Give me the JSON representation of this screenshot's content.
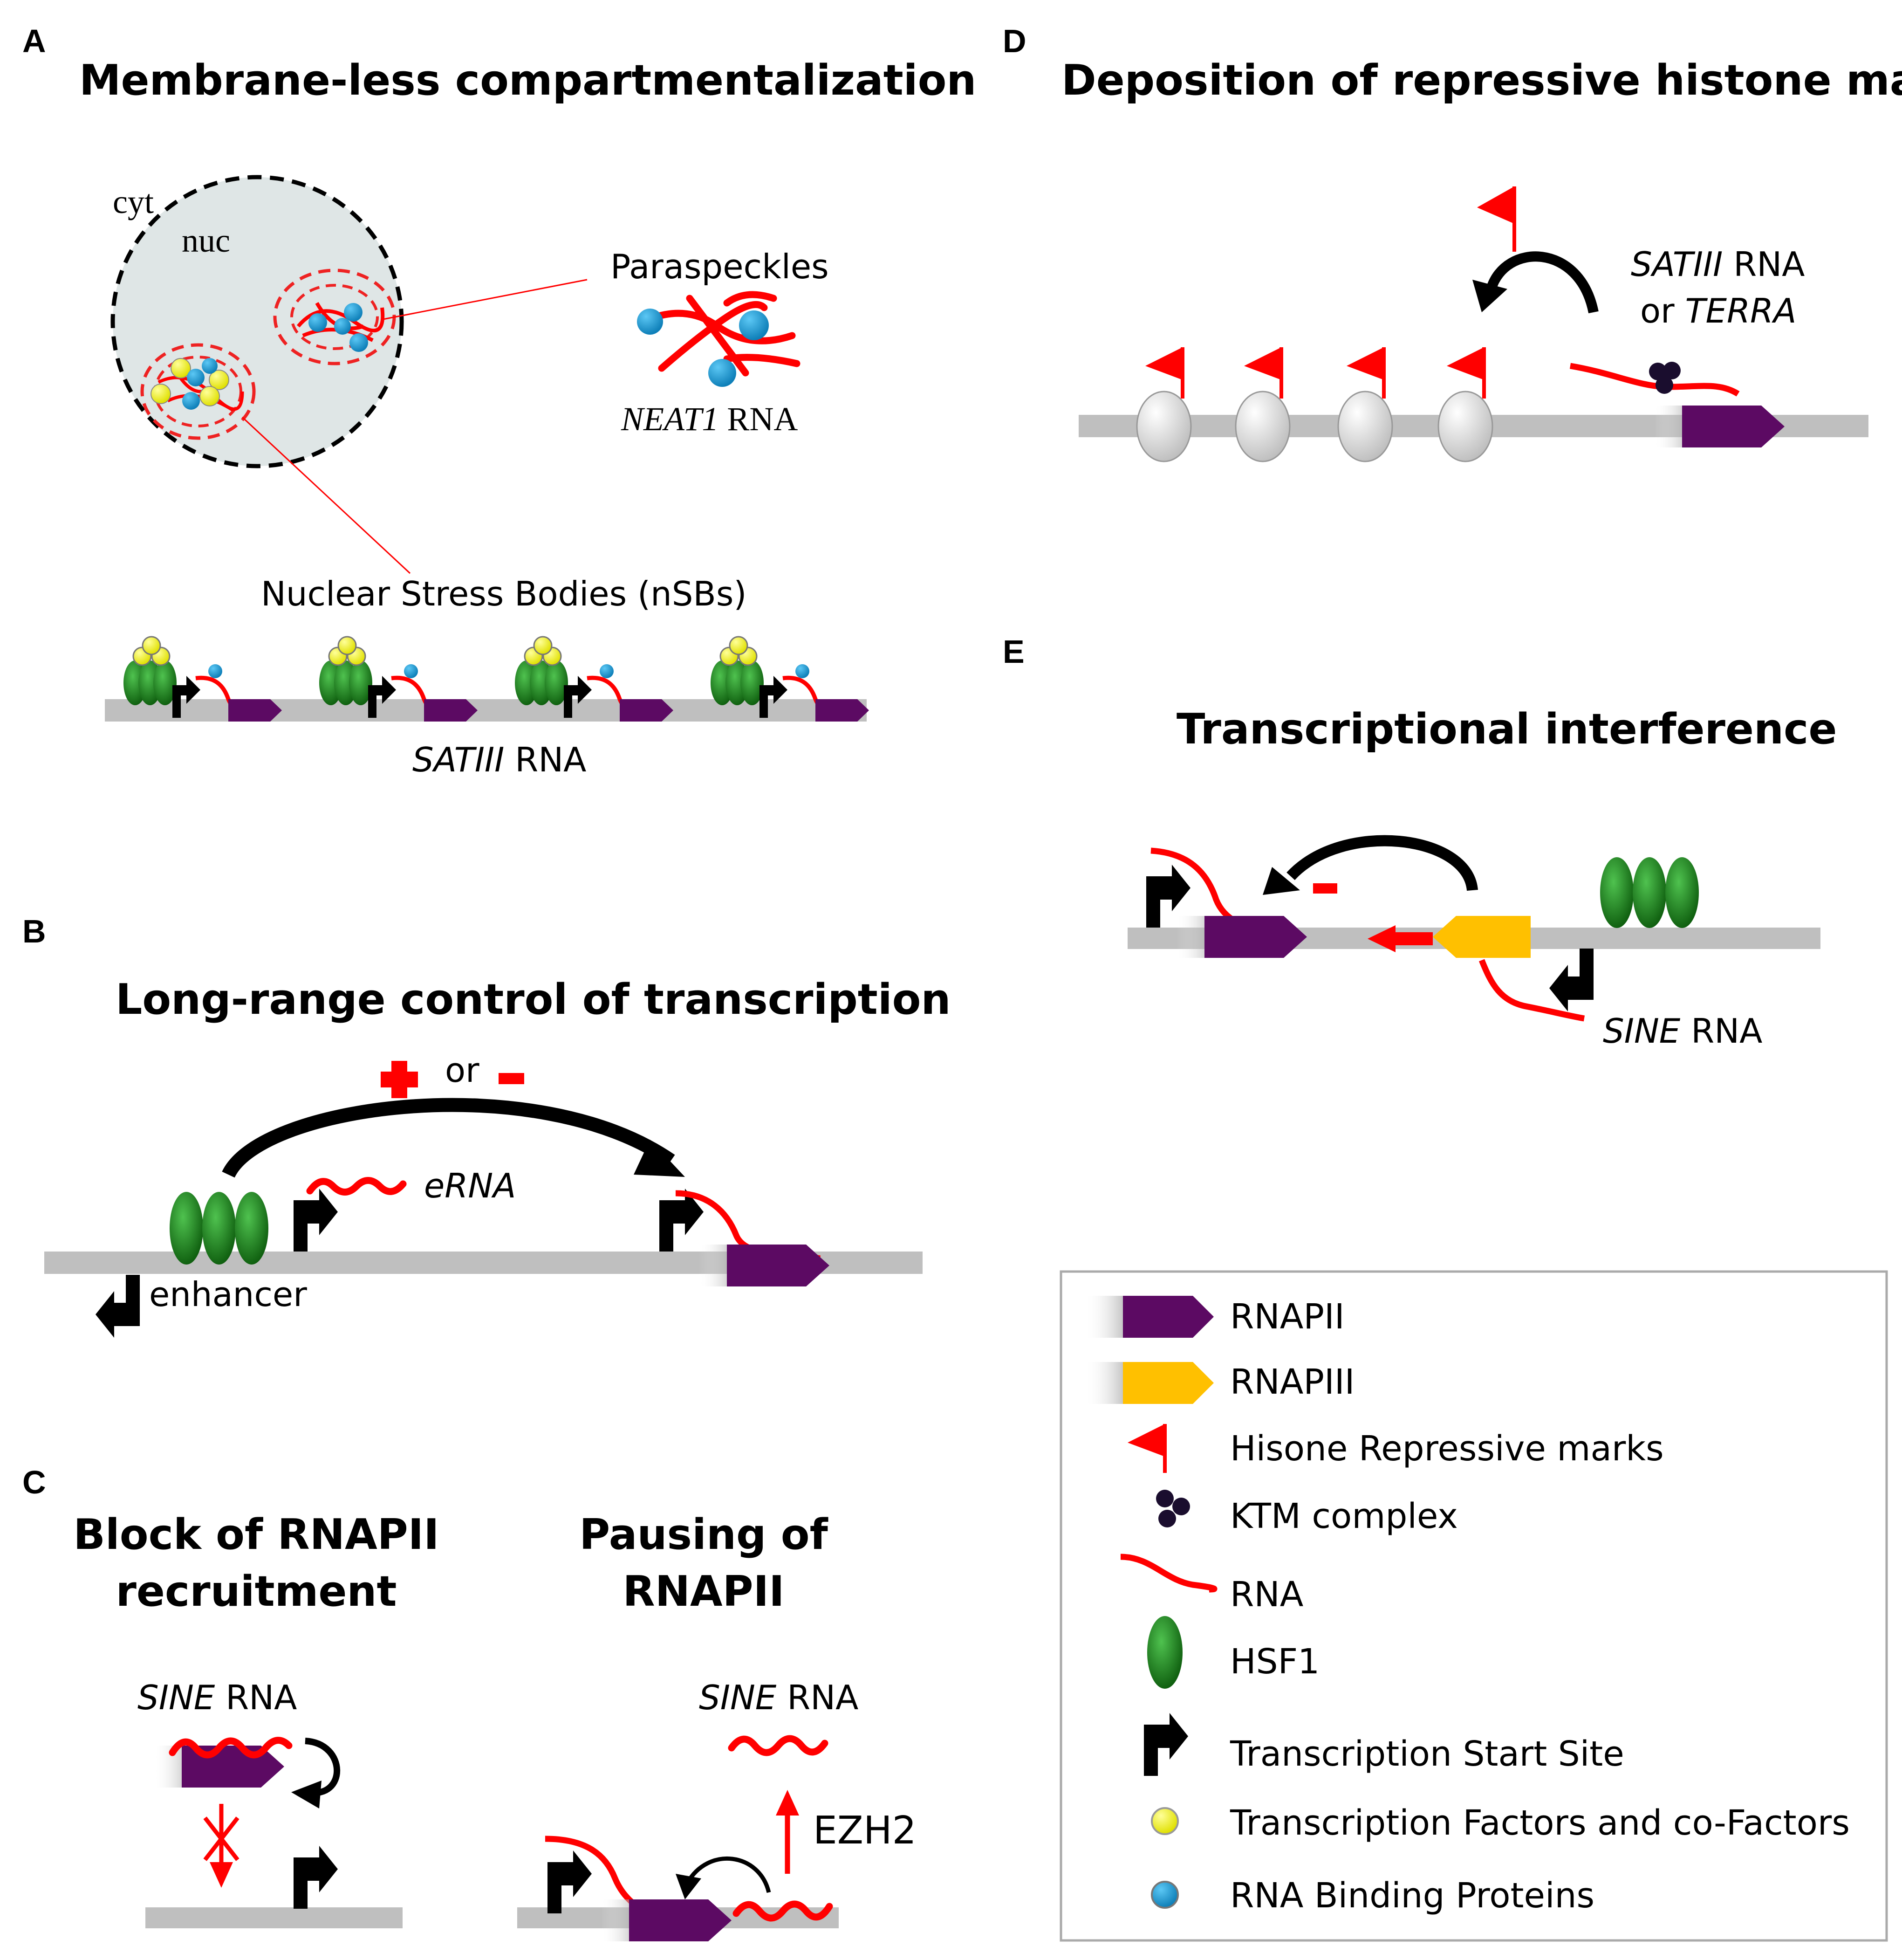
{
  "panels": {
    "A": {
      "letter": "A",
      "title": "Membrane-less compartmentalization",
      "cyt": "cyt",
      "nuc": "nuc",
      "paraspeckles": "Paraspeckles",
      "neat1_gene": "NEAT1",
      "neat1_rna": "RNA",
      "nsbs": "Nuclear Stress Bodies (nSBs)",
      "satiii_gene": "SATIII",
      "satiii_rna": "RNA"
    },
    "B": {
      "letter": "B",
      "title": "Long-range control of transcription",
      "or": "or",
      "erna": "eRNA",
      "enhancer": "enhancer"
    },
    "C": {
      "letter": "C",
      "title_left_line1": "Block of RNAPII",
      "title_left_line2": "recruitment",
      "title_right_line1": "Pausing of",
      "title_right_line2": "RNAPII",
      "sine_gene": "SINE",
      "rna": "RNA",
      "ezh2": "EZH2"
    },
    "D": {
      "letter": "D",
      "title": "Deposition of repressive histone marks",
      "satiii_gene": "SATIII",
      "rna": "RNA",
      "or": "or",
      "terra": "TERRA"
    },
    "E": {
      "letter": "E",
      "title": "Transcriptional interference",
      "sine_gene": "SINE",
      "rna": "RNA"
    }
  },
  "legend": {
    "items": [
      {
        "icon": "rnapii-icon",
        "label": "RNAPII"
      },
      {
        "icon": "rnapiii-icon",
        "label": "RNAPIII"
      },
      {
        "icon": "histone-mark-flag-icon",
        "label": "Hisone Repressive marks"
      },
      {
        "icon": "ktm-complex-icon",
        "label": "KTM complex"
      },
      {
        "icon": "rna-strand-icon",
        "label": "RNA"
      },
      {
        "icon": "hsf1-icon",
        "label": "HSF1"
      },
      {
        "icon": "tss-arrow-icon",
        "label": "Transcription Start Site"
      },
      {
        "icon": "transcription-factor-icon",
        "label": "Transcription Factors and co-Factors"
      },
      {
        "icon": "rna-binding-protein-icon",
        "label": "RNA Binding Proteins"
      }
    ]
  },
  "colors": {
    "rna": "#ff0000",
    "rnapii": "#5c0a63",
    "rnapiii": "#ffc000",
    "hsf1": "#1f8a1f",
    "tf": "#ffff33",
    "rbp": "#1aa3e0",
    "dna": "#bfbfbf",
    "ktm": "#1a0d2e"
  }
}
